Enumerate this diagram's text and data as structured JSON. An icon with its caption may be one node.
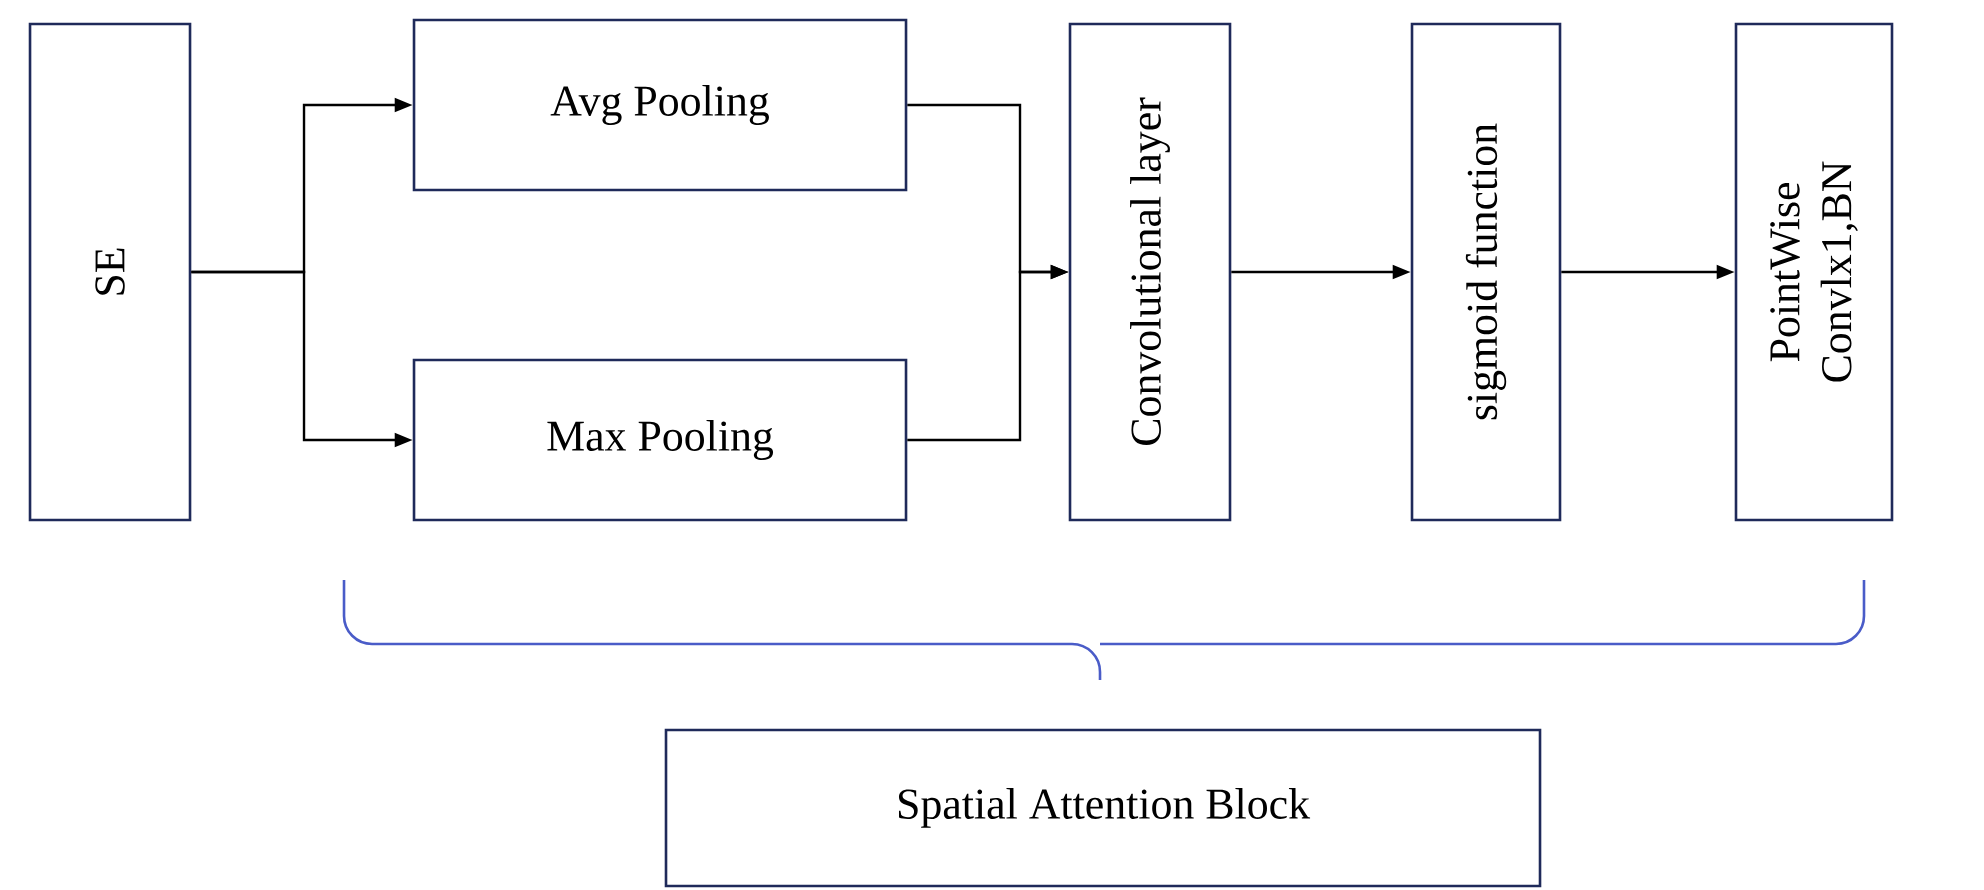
{
  "diagram": {
    "nodes": [
      {
        "text": [
          "SE"
        ]
      },
      {
        "text": [
          "Avg Pooling"
        ]
      },
      {
        "text": [
          "Max Pooling"
        ]
      },
      {
        "text": [
          "Convolutional layer"
        ]
      },
      {
        "text": [
          "sigmoid function"
        ]
      },
      {
        "text": [
          "PointWise Convlx1,BN"
        ]
      },
      {
        "text": [
          "Spatial Attention Block"
        ]
      }
    ],
    "edges": [
      {
        "from": 0,
        "to": 1,
        "arrow": "to"
      },
      {
        "from": 0,
        "to": 2,
        "arrow": "to"
      },
      {
        "from": 1,
        "to": 3,
        "arrow": "to"
      },
      {
        "from": 2,
        "to": 3,
        "arrow": "to"
      },
      {
        "from": 3,
        "to": 4,
        "arrow": "to"
      },
      {
        "from": 4,
        "to": 5,
        "arrow": "to"
      }
    ]
  }
}
